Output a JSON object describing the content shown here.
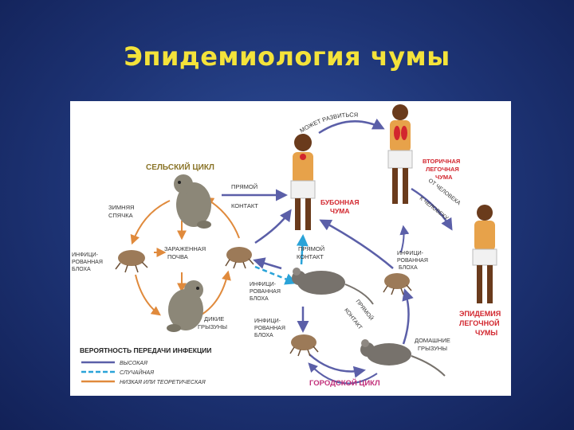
{
  "title": "Эпидемиология чумы",
  "diagram": {
    "sylvatic_cycle": "СЕЛЬСКИЙ ЦИКЛ",
    "urban_cycle": "ГОРОДСКОЙ ЦИКЛ",
    "hibernation": [
      "ЗИМНЯЯ",
      "СПЯЧКА"
    ],
    "direct_contact_top": [
      "ПРЯМОЙ",
      "КОНТАКТ"
    ],
    "infected_soil": [
      "ЗАРАЖЕННАЯ",
      "ПОЧВА"
    ],
    "infected_fleas_left": [
      "ИНФИЦИ-",
      "РОВАННАЯ",
      "БЛОХА"
    ],
    "infected_fleas_mid": [
      "ИНФИЦИ-",
      "РОВАННАЯ",
      "БЛОХА"
    ],
    "infected_fleas_low": [
      "ИНФИЦИ-",
      "РОВАННАЯ",
      "БЛОХА"
    ],
    "infected_fleas_right": [
      "ИНФИЦИ-",
      "РОВАННАЯ",
      "БЛОХА"
    ],
    "wild_rodents": [
      "ДИКИЕ",
      "ГРЫЗУНЫ"
    ],
    "direct_contact_center": [
      "ПРЯМОЙ",
      "КОНТАКТ"
    ],
    "direct_contact_diag": [
      "ПРЯМОЙ",
      "КОНТАКТ"
    ],
    "bubonic_plague": [
      "БУБОННАЯ",
      "ЧУМА"
    ],
    "may_develop": "МОЖЕТ РАЗВИТЬСЯ",
    "secondary_pneumonic": [
      "ВТОРИЧНАЯ",
      "ЛЕГОЧНАЯ",
      "ЧУМА"
    ],
    "person_to_person": [
      "ОТ ЧЕЛОВЕКА",
      "К ЧЕЛОВЕКУ"
    ],
    "pneumonic_epidemic": [
      "ЭПИДЕМИЯ",
      "ЛЕГОЧНОЙ",
      "ЧУМЫ"
    ],
    "domestic_rodents": [
      "ДОМАШНИЕ",
      "ГРЫЗУНЫ"
    ],
    "legend": {
      "title": "ВЕРОЯТНОСТЬ ПЕРЕДАЧИ ИНФЕКЦИИ",
      "items": [
        {
          "label": "ВЫСОКАЯ",
          "color": "#5b5fa8"
        },
        {
          "label": "СЛУЧАЙНАЯ",
          "color": "#2aa3d8"
        },
        {
          "label": "НИЗКАЯ ИЛИ ТЕОРЕТИЧЕСКАЯ",
          "color": "#e08a3c"
        }
      ]
    },
    "colors": {
      "heading": "#8a7428",
      "red": "#d2262e",
      "pink": "#c2307a",
      "high": "#5b5fa8",
      "occasional": "#2aa3d8",
      "low": "#e08a3c"
    }
  }
}
